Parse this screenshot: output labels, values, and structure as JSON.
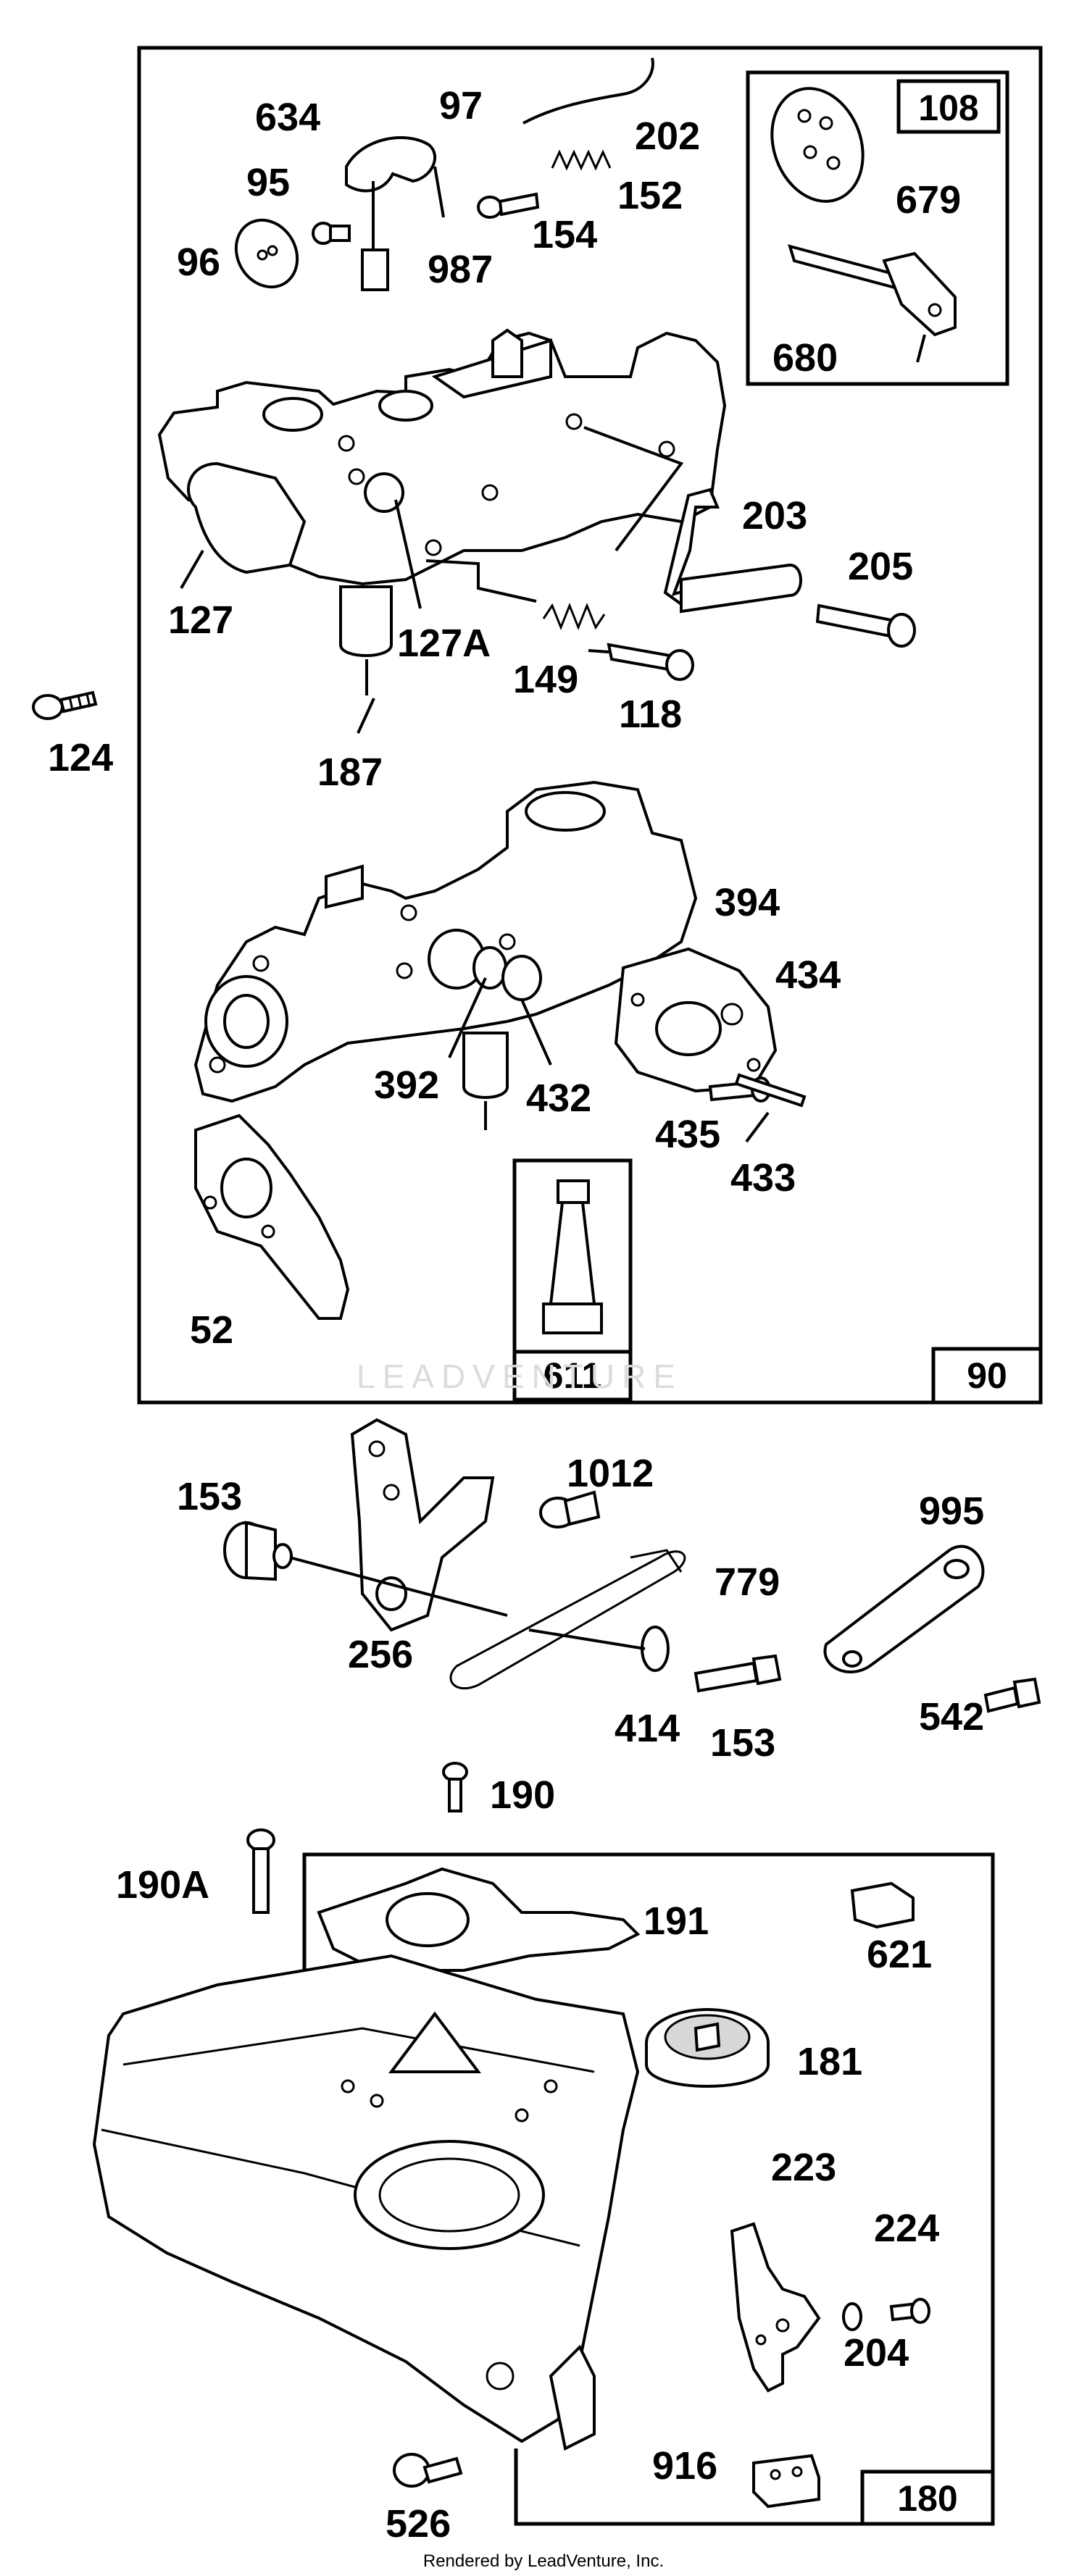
{
  "watermark": "LEADVENTURE",
  "footer": "Rendered by LeadVenture, Inc.",
  "group_boxes": {
    "carb": "90",
    "choke": "108",
    "tool": "611",
    "tank": "180"
  },
  "part_labels": {
    "p634": "634",
    "p97": "97",
    "p202": "202",
    "p95": "95",
    "p152": "152",
    "p96": "96",
    "p154": "154",
    "p987": "987",
    "p679": "679",
    "p680": "680",
    "p203": "203",
    "p205": "205",
    "p127": "127",
    "p127A": "127A",
    "p149": "149",
    "p124": "124",
    "p118": "118",
    "p187": "187",
    "p394": "394",
    "p434": "434",
    "p392": "392",
    "p432": "432",
    "p435": "435",
    "p433": "433",
    "p52": "52",
    "p153a": "153",
    "p1012": "1012",
    "p995": "995",
    "p779": "779",
    "p256": "256",
    "p414": "414",
    "p153b": "153",
    "p542": "542",
    "p190": "190",
    "p190A": "190A",
    "p191": "191",
    "p621": "621",
    "p181": "181",
    "p223": "223",
    "p224": "224",
    "p204": "204",
    "p916": "916",
    "p526": "526"
  }
}
